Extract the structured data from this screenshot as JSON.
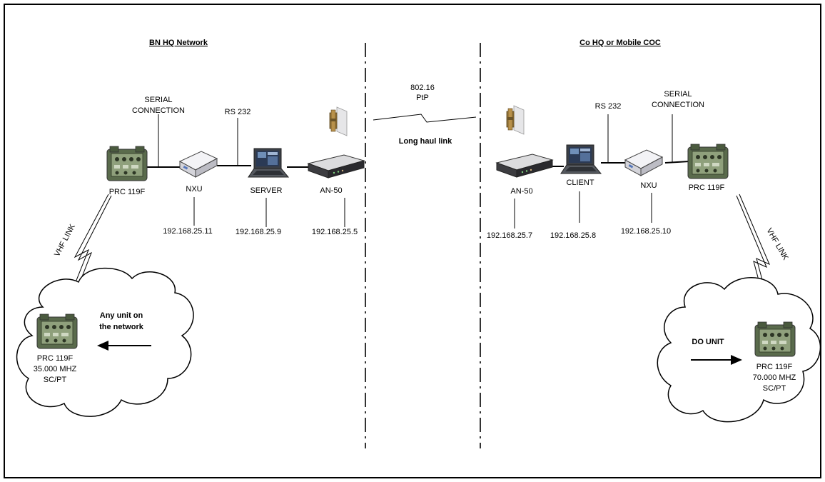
{
  "sections": {
    "left_title": "BN HQ Network",
    "right_title": "Co HQ or Mobile COC"
  },
  "center": {
    "protocol_line1": "802.16",
    "protocol_line2": "PtP",
    "link_label": "Long haul link"
  },
  "left": {
    "serial_line1": "SERIAL",
    "serial_line2": "CONNECTION",
    "rs232": "RS 232",
    "radio_label": "PRC 119F",
    "nxu_label": "NXU",
    "server_label": "SERVER",
    "an50_label": "AN-50",
    "ip_nxu": "192.168.25.11",
    "ip_server": "192.168.25.9",
    "ip_an50": "192.168.25.5",
    "vhf_label": "VHF LINK",
    "cloud_text_line1": "Any unit on",
    "cloud_text_line2": "the network",
    "cloud_radio_line1": "PRC 119F",
    "cloud_radio_line2": "35.000 MHZ",
    "cloud_radio_line3": "SC/PT"
  },
  "right": {
    "serial_line1": "SERIAL",
    "serial_line2": "CONNECTION",
    "rs232": "RS 232",
    "radio_label": "PRC 119F",
    "nxu_label": "NXU",
    "client_label": "CLIENT",
    "an50_label": "AN-50",
    "ip_an50": "192.168.25.7",
    "ip_client": "192.168.25.8",
    "ip_nxu": "192.168.25.10",
    "vhf_label": "VHF LINK",
    "cloud_text": "DO UNIT",
    "cloud_radio_line1": "PRC 119F",
    "cloud_radio_line2": "70.000 MHZ",
    "cloud_radio_line3": "SC/PT"
  },
  "colors": {
    "radio_body": "#5a6b4c",
    "radio_panel": "#8fa07c",
    "device_body": "#e8e8ec",
    "an50_body": "#3c3c40",
    "laptop_screen": "#2b3a55",
    "antenna_brown": "#9a7a3a"
  }
}
